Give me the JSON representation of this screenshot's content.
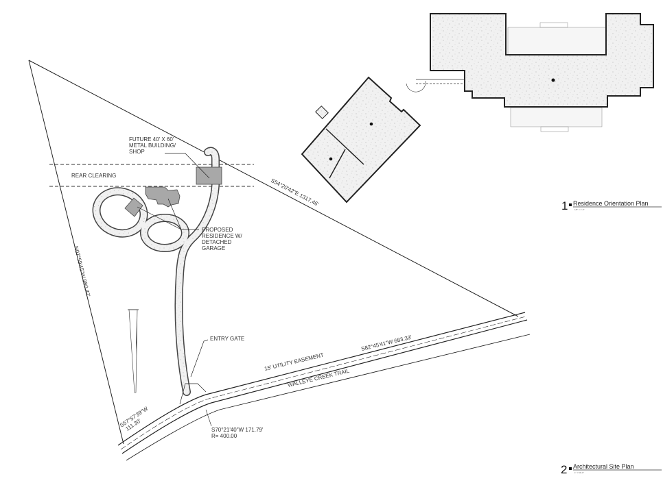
{
  "site_plan": {
    "labels": {
      "future_building": [
        "FUTURE 40' X 60'",
        "METAL BUILDING/",
        "SHOP"
      ],
      "rear_clearing": "REAR CLEARING",
      "proposed_residence": [
        "PROPOSED",
        "RESIDENCE W/",
        "DETACHED",
        "GARAGE"
      ],
      "entry_gate": "ENTRY GATE",
      "utility_easement": "15' UTILITY EASEMENT",
      "road_name": "WALLEYE CREEK TRAIL"
    },
    "bearings": {
      "northeast": "S54°20'42\"E  1317.46'",
      "west": "N07°59'45\"W  980.42'",
      "south": "S82°45'41\"W  683.33'",
      "southwest": [
        "S57°57'39\"W",
        "111.30'"
      ],
      "curve": [
        "S70°21'40\"W  171.79'",
        "R= 400.00"
      ]
    }
  },
  "title_blocks": [
    {
      "number": "1",
      "title": "Residence Orientation Plan",
      "scale": "1/8\" = 1'-0\""
    },
    {
      "number": "2",
      "title": "Architectural Site Plan",
      "scale": "1\" = 50'-0\""
    }
  ],
  "colors": {
    "line": "#222222",
    "building_fill": "#a8a8a8",
    "hatch_bg": "#f1f1f1"
  }
}
